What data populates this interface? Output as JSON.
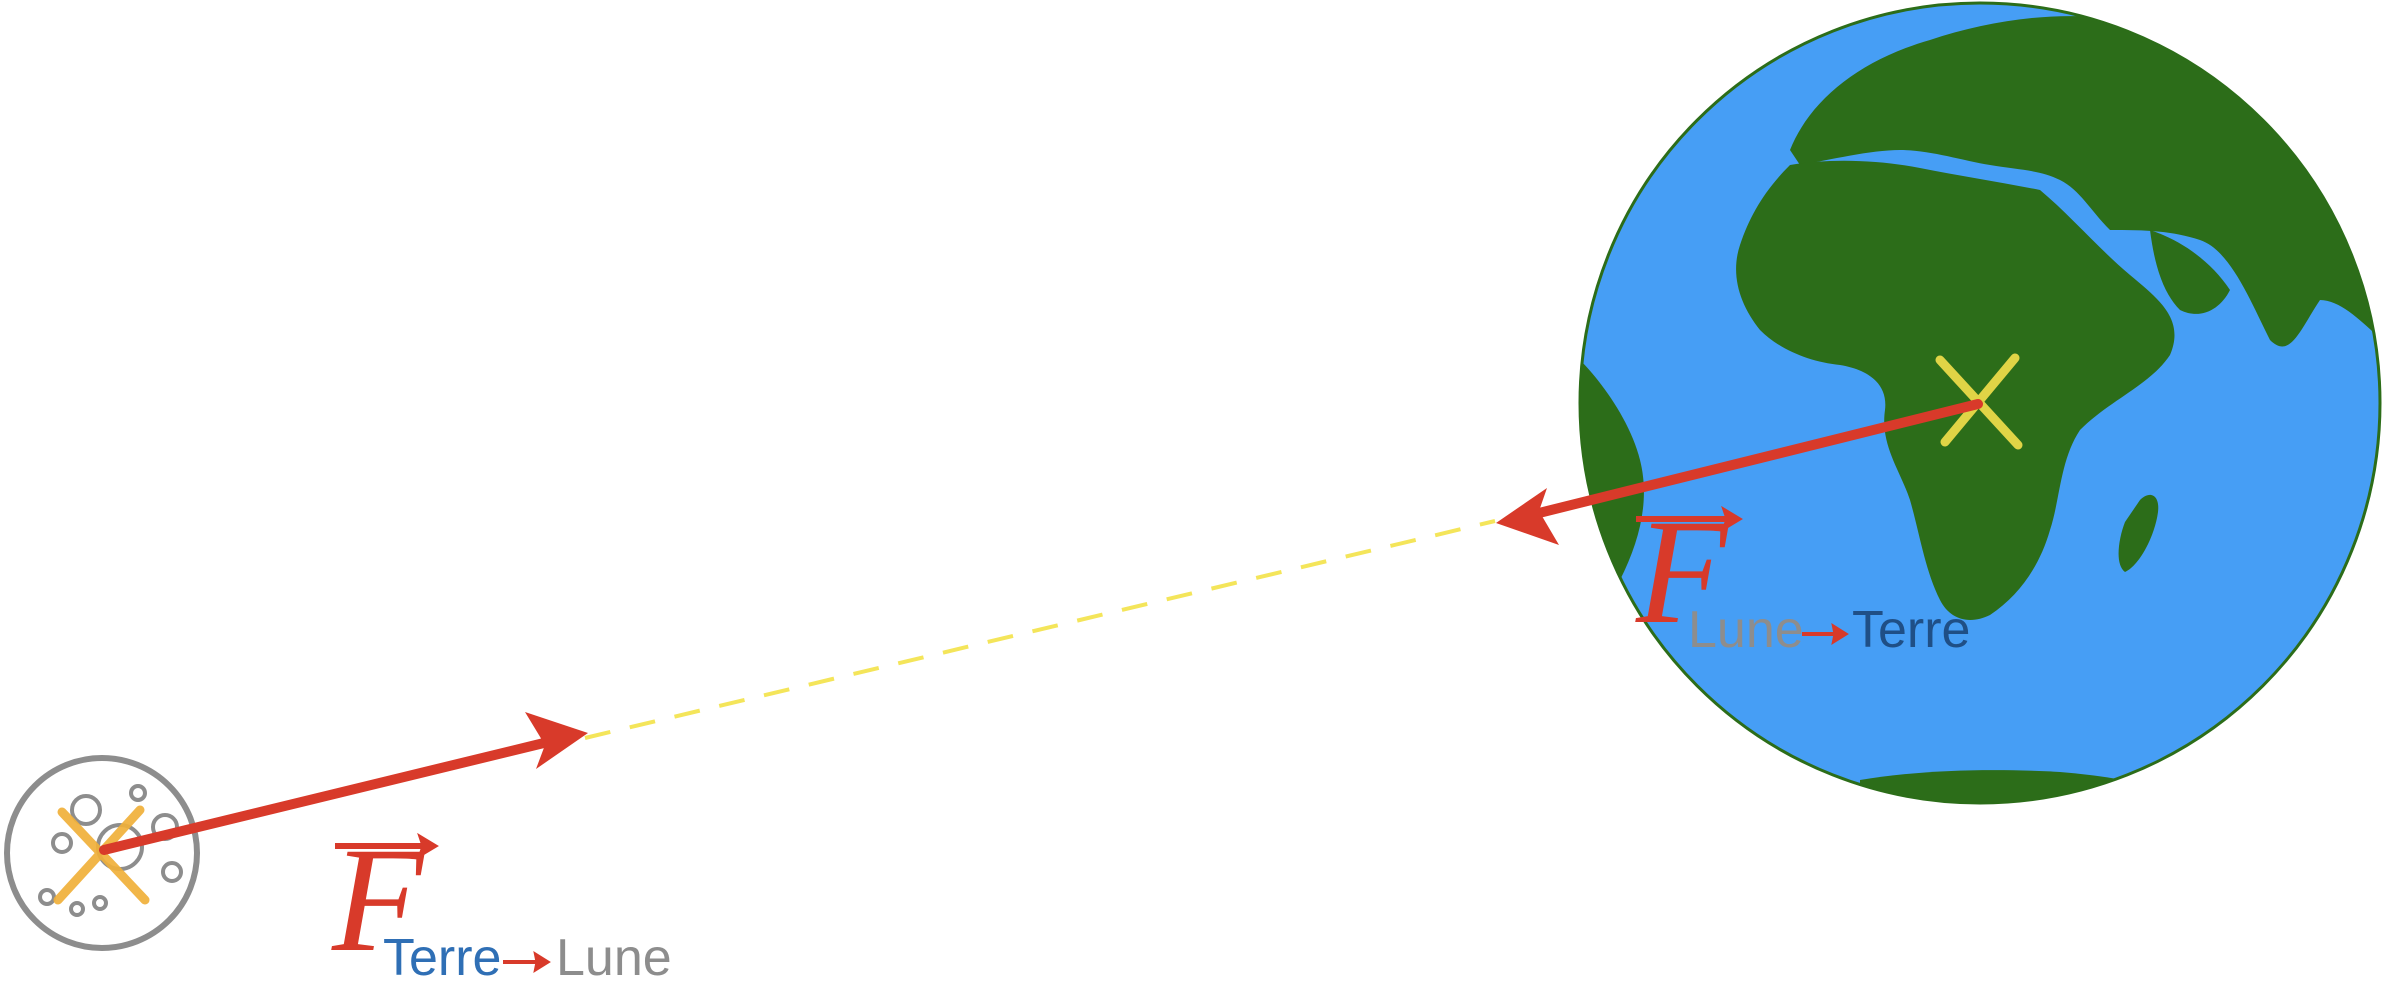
{
  "colors": {
    "force_arrow": "#d83a2a",
    "dashed_line": "#f4e55a",
    "earth_ocean": "#469ef5",
    "earth_land": "#2c6d19",
    "moon_outline": "#8d8d8d",
    "moon_center_mark": "#f0b03a",
    "earth_center_mark": "#f0dd4a",
    "label_terre": "#2f6fb5",
    "label_lune": "#8d8d8d"
  },
  "force_on_moon": {
    "symbol": "F",
    "from": "Terre",
    "to": "Lune"
  },
  "force_on_earth": {
    "symbol": "F",
    "from": "Lune",
    "to": "Terre"
  }
}
